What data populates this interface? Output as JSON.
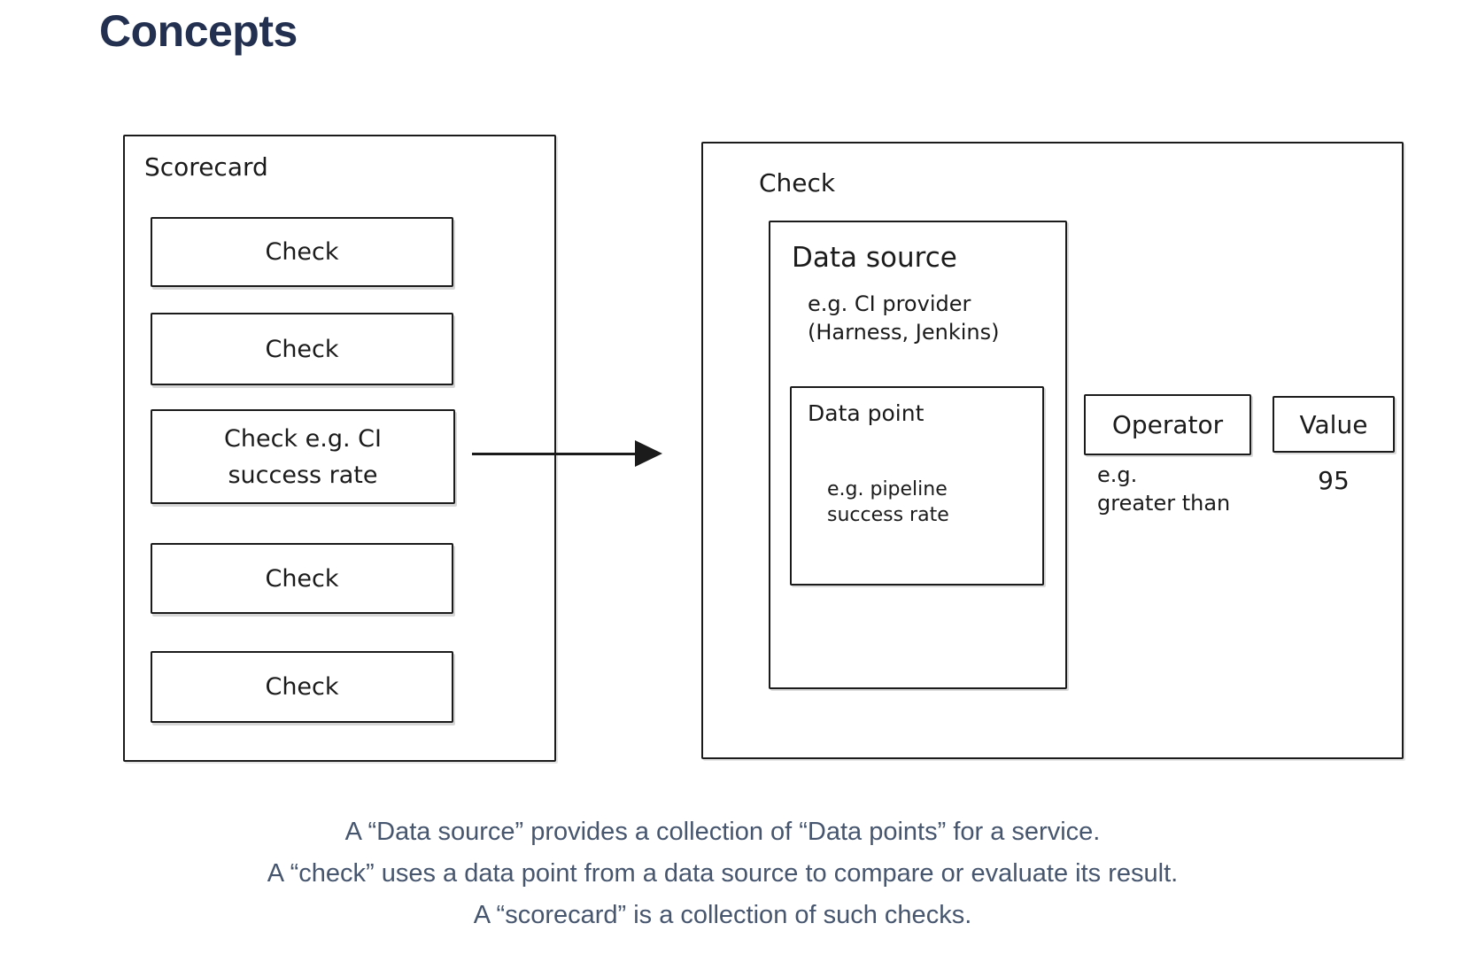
{
  "page": {
    "title": "Concepts"
  },
  "diagram": {
    "scorecard": {
      "label": "Scorecard",
      "checks": [
        "Check",
        "Check",
        "Check e.g. CI\nsuccess rate",
        "Check",
        "Check"
      ]
    },
    "arrow": {
      "icon": "right-arrow"
    },
    "check_detail": {
      "label": "Check",
      "data_source": {
        "label": "Data source",
        "example": "e.g. CI provider\n(Harness, Jenkins)",
        "data_point": {
          "label": "Data point",
          "example": "e.g. pipeline\nsuccess rate"
        }
      },
      "operator": {
        "label": "Operator",
        "example": "e.g.\ngreater than"
      },
      "value": {
        "label": "Value",
        "example": "95"
      }
    }
  },
  "caption": {
    "lines": [
      "A “Data source” provides a collection of “Data points” for a service.",
      "A “check” uses a data point from a data source to compare or evaluate its result.",
      "A “scorecard” is a collection of such checks."
    ]
  },
  "colors": {
    "heading": "#233050",
    "caption": "#47566f",
    "stroke": "#1b1b1b",
    "background": "#ffffff"
  }
}
